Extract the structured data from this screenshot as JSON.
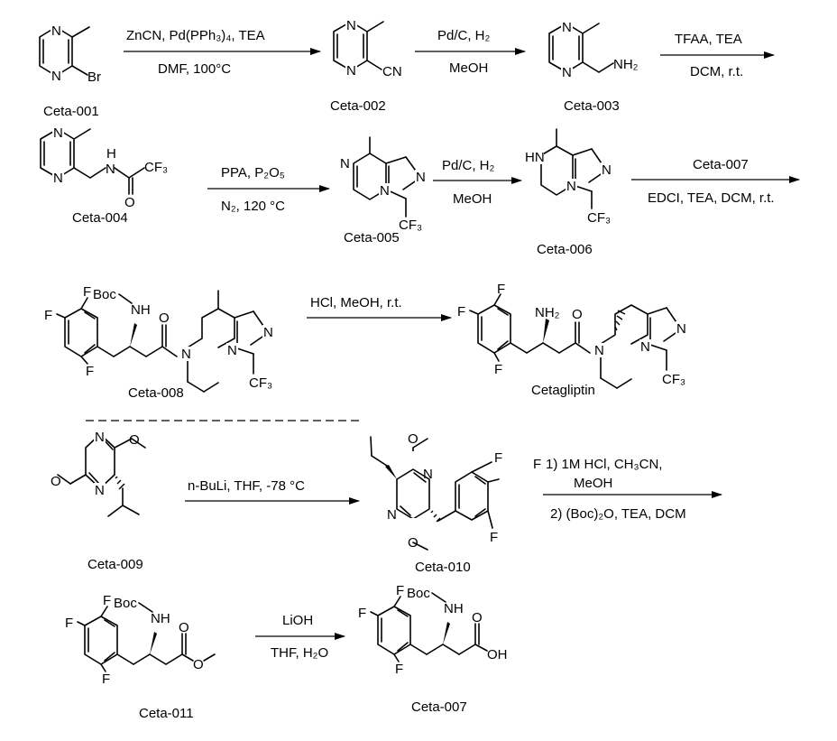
{
  "scheme": {
    "compounds": {
      "c001": "Ceta-001",
      "c002": "Ceta-002",
      "c003": "Ceta-003",
      "c004": "Ceta-004",
      "c005": "Ceta-005",
      "c006": "Ceta-006",
      "c008": "Ceta-008",
      "product": "Cetagliptin",
      "c009": "Ceta-009",
      "c010": "Ceta-010",
      "c011": "Ceta-011",
      "c007": "Ceta-007"
    },
    "conditions": {
      "s1_above": "ZnCN, Pd(PPh₃)₄, TEA",
      "s1_below": "DMF, 100°C",
      "s2_above": "Pd/C, H₂",
      "s2_below": "MeOH",
      "s3_above": "TFAA, TEA",
      "s3_below": "DCM, r.t.",
      "s4_above": "PPA, P₂O₅",
      "s4_below": "N₂, 120 °C",
      "s5_above": "Pd/C, H₂",
      "s5_below": "MeOH",
      "s6_above": "Ceta-007",
      "s6_below": "EDCI, TEA, DCM, r.t.",
      "s7_above": "HCl, MeOH, r.t.",
      "s8_above": "n-BuLi, THF, -78 °C",
      "s9_above_1": "1) 1M HCl, CH₃CN,",
      "s9_above_2": "MeOH",
      "s9_below": "2) (Boc)₂O, TEA, DCM",
      "s10_above": "LiOH",
      "s10_below": "THF, H₂O"
    },
    "atoms": {
      "N": "N",
      "Br": "Br",
      "CN": "CN",
      "NH2": "NH₂",
      "H": "H",
      "N_amide": "N",
      "CF3": "CF₃",
      "O": "O",
      "HN": "HN",
      "F": "F",
      "Boc": "Boc",
      "NH": "NH",
      "OH": "OH"
    }
  }
}
